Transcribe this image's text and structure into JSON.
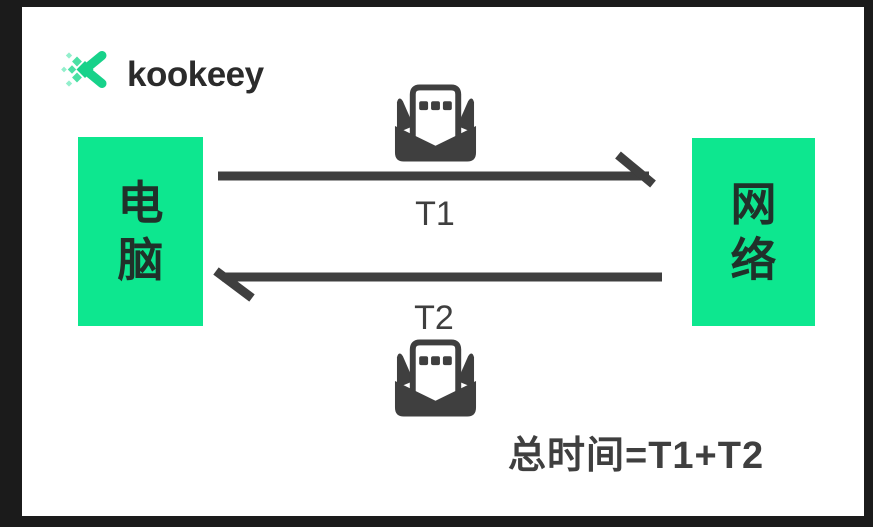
{
  "logo": {
    "text": "kookeey",
    "mark_icon": "kookeey-diamond-chevron-mark"
  },
  "nodes": {
    "left_label": "电脑",
    "right_label": "网络"
  },
  "flows": {
    "forward": {
      "label": "T1",
      "direction": "right",
      "icon": "open-mail-message-icon"
    },
    "backward": {
      "label": "T2",
      "direction": "left",
      "icon": "open-mail-message-icon"
    }
  },
  "formula": "总时间=T1+T2",
  "colors": {
    "frame": "#1b1b1b",
    "card": "#ffffff",
    "node_bg": "#0de78f",
    "ink": "#3f3f3f",
    "node_text": "#20312a",
    "logo_text": "#2b2b2b",
    "logo_green": "#17d28a",
    "logo_green_mid": "#4ae0a4",
    "logo_green_light": "#93efcc"
  }
}
